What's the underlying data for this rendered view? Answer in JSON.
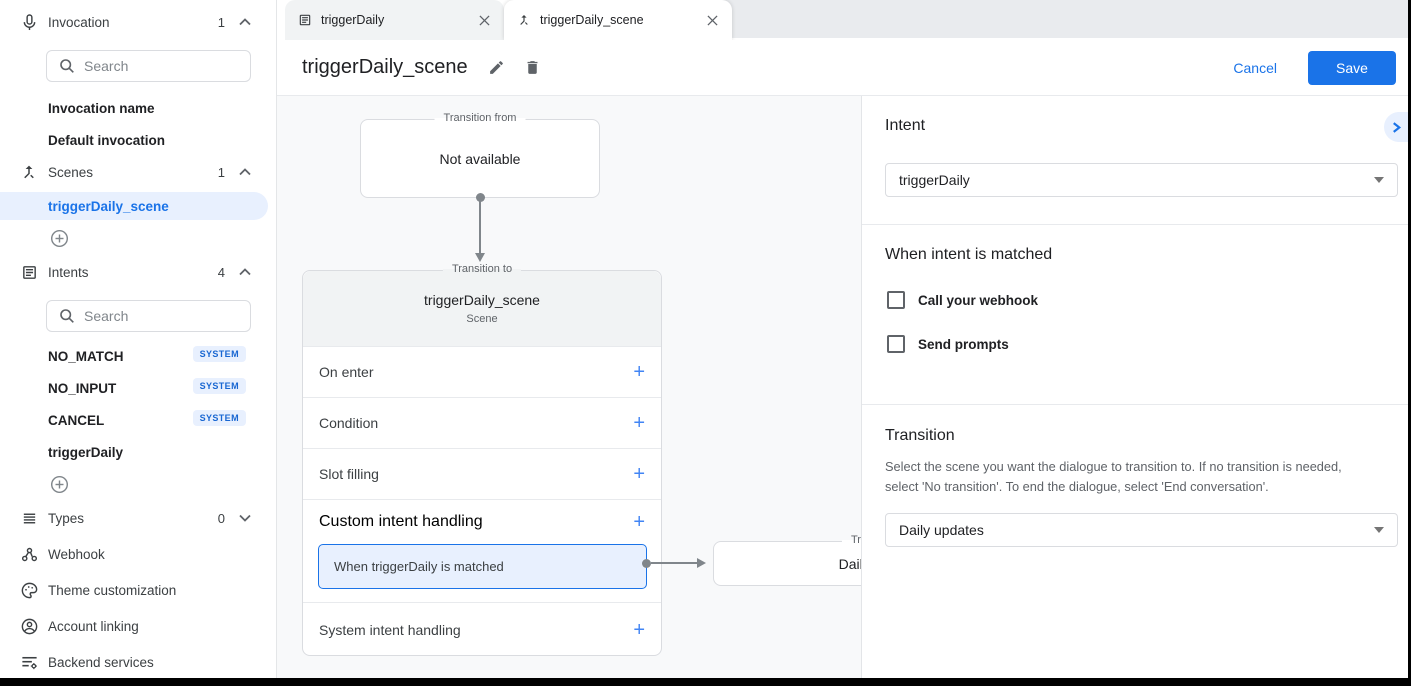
{
  "sidebar": {
    "search_placeholder": "Search",
    "invocation": {
      "label": "Invocation",
      "count": "1"
    },
    "invocation_items": [
      {
        "label": "Invocation name"
      },
      {
        "label": "Default invocation"
      }
    ],
    "scenes": {
      "label": "Scenes",
      "count": "1"
    },
    "scene_items": [
      {
        "label": "triggerDaily_scene"
      }
    ],
    "intents": {
      "label": "Intents",
      "count": "4"
    },
    "intent_items": [
      {
        "label": "NO_MATCH",
        "badge": "SYSTEM"
      },
      {
        "label": "NO_INPUT",
        "badge": "SYSTEM"
      },
      {
        "label": "CANCEL",
        "badge": "SYSTEM"
      },
      {
        "label": "triggerDaily",
        "badge": ""
      }
    ],
    "types": {
      "label": "Types",
      "count": "0"
    },
    "bottom_items": [
      {
        "label": "Webhook"
      },
      {
        "label": "Theme customization"
      },
      {
        "label": "Account linking"
      },
      {
        "label": "Backend services"
      }
    ]
  },
  "tabs": [
    {
      "label": "triggerDaily"
    },
    {
      "label": "triggerDaily_scene"
    }
  ],
  "header": {
    "title": "triggerDaily_scene",
    "cancel_label": "Cancel",
    "save_label": "Save"
  },
  "canvas": {
    "transition_from": {
      "legend": "Transition from",
      "content": "Not available"
    },
    "scene_card": {
      "legend": "Transition to",
      "title": "triggerDaily_scene",
      "subtitle": "Scene",
      "rows": [
        {
          "label": "On enter"
        },
        {
          "label": "Condition"
        },
        {
          "label": "Slot filling"
        },
        {
          "label": "Custom intent handling"
        },
        {
          "label": "System intent handling"
        }
      ],
      "intent_handler": {
        "label": "When triggerDaily is matched"
      }
    },
    "target_card": {
      "legend": "Transition to",
      "content": "Daily updates"
    }
  },
  "panel": {
    "intent_section": {
      "heading": "Intent",
      "dropdown_value": "triggerDaily"
    },
    "matched_section": {
      "heading": "When intent is matched",
      "checkboxes": [
        {
          "label": "Call your webhook",
          "checked": false
        },
        {
          "label": "Send prompts",
          "checked": false
        }
      ]
    },
    "transition_section": {
      "heading": "Transition",
      "description": "Select the scene you want the dialogue to transition to. If no transition is needed, select 'No transition'. To end the dialogue, select 'End conversation'.",
      "dropdown_value": "Daily updates"
    }
  },
  "colors": {
    "accent": "#1a73e8",
    "selection_bg": "#e8f0fe",
    "badge_text": "#1967d2",
    "canvas_bg": "#f8f9fa"
  }
}
